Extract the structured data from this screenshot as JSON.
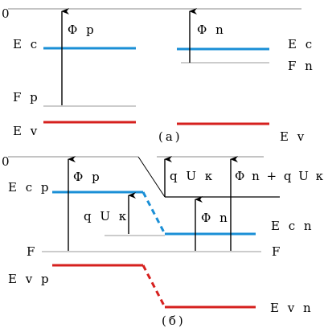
{
  "panel_a": {
    "caption": "(а)",
    "zero": "0",
    "left": {
      "ec": "E c",
      "fp": "F p",
      "ev": "E v",
      "phi_p": "Φ p"
    },
    "right": {
      "ec": "E c",
      "fn": "F n",
      "ev": "E v",
      "phi_n": "Φ n"
    }
  },
  "panel_b": {
    "caption": "(б)",
    "zero": "0",
    "ecp": "E c p",
    "evp": "E v p",
    "f_left": "F",
    "f_right": "F",
    "ecn": "E c n",
    "evn": "E v n",
    "phi_p": "Φ p",
    "qUk_left": "q U к",
    "qUk_top": "q U к",
    "phi_n": "Φ n",
    "phi_n_qUk": "Φ n + q U к"
  },
  "colors": {
    "conduction_band": "#1a8fd6",
    "valence_band": "#d6201e",
    "fermi_level": "#9a9a9a",
    "vacuum_level": "#8a8a8a",
    "axes": "#000000"
  }
}
